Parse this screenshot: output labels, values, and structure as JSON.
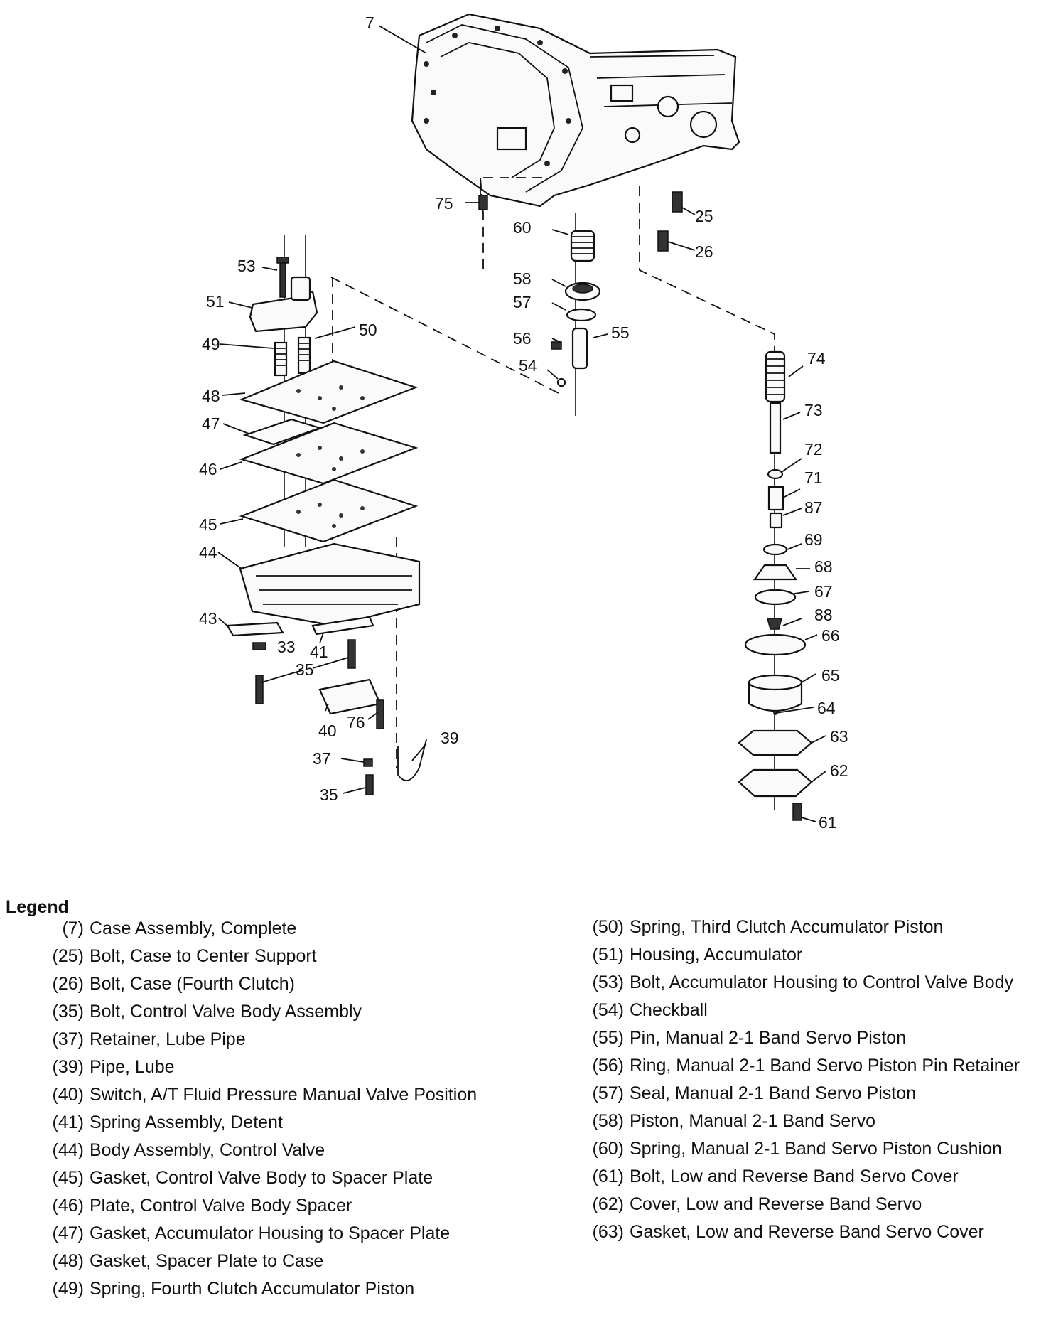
{
  "diagram": {
    "callouts": [
      "7",
      "75",
      "60",
      "25",
      "26",
      "58",
      "57",
      "56",
      "55",
      "54",
      "53",
      "51",
      "50",
      "49",
      "48",
      "47",
      "46",
      "45",
      "44",
      "43",
      "33",
      "41",
      "35",
      "40",
      "76",
      "39",
      "37",
      "74",
      "73",
      "72",
      "71",
      "87",
      "69",
      "68",
      "67",
      "88",
      "66",
      "65",
      "64",
      "63",
      "62",
      "61"
    ]
  },
  "legend": {
    "title": "Legend",
    "left": [
      {
        "num": "(7)",
        "desc": "Case Assembly, Complete"
      },
      {
        "num": "(25)",
        "desc": "Bolt, Case to Center Support"
      },
      {
        "num": "(26)",
        "desc": "Bolt, Case (Fourth Clutch)"
      },
      {
        "num": "(35)",
        "desc": "Bolt, Control Valve Body Assembly"
      },
      {
        "num": "(37)",
        "desc": "Retainer, Lube Pipe"
      },
      {
        "num": "(39)",
        "desc": "Pipe, Lube"
      },
      {
        "num": "(40)",
        "desc": "Switch, A/T Fluid Pressure Manual Valve Position"
      },
      {
        "num": "(41)",
        "desc": "Spring Assembly, Detent"
      },
      {
        "num": "(44)",
        "desc": "Body Assembly, Control Valve"
      },
      {
        "num": "(45)",
        "desc": "Gasket, Control Valve Body to Spacer Plate"
      },
      {
        "num": "(46)",
        "desc": "Plate, Control Valve Body Spacer"
      },
      {
        "num": "(47)",
        "desc": "Gasket, Accumulator Housing to Spacer Plate"
      },
      {
        "num": "(48)",
        "desc": "Gasket, Spacer Plate to Case"
      },
      {
        "num": "(49)",
        "desc": "Spring, Fourth Clutch Accumulator Piston"
      }
    ],
    "right": [
      {
        "num": "(50)",
        "desc": "Spring, Third Clutch Accumulator Piston"
      },
      {
        "num": "(51)",
        "desc": "Housing, Accumulator"
      },
      {
        "num": "(53)",
        "desc": "Bolt, Accumulator Housing to Control Valve Body"
      },
      {
        "num": "(54)",
        "desc": "Checkball"
      },
      {
        "num": "(55)",
        "desc": "Pin, Manual 2-1 Band Servo Piston"
      },
      {
        "num": "(56)",
        "desc": "Ring, Manual 2-1 Band Servo Piston Pin Retainer"
      },
      {
        "num": "(57)",
        "desc": "Seal, Manual 2-1 Band Servo Piston"
      },
      {
        "num": "(58)",
        "desc": "Piston, Manual 2-1 Band Servo"
      },
      {
        "num": "(60)",
        "desc": "Spring, Manual 2-1 Band Servo Piston Cushion"
      },
      {
        "num": "(61)",
        "desc": "Bolt, Low and Reverse Band Servo Cover"
      },
      {
        "num": "(62)",
        "desc": "Cover, Low and Reverse Band Servo"
      },
      {
        "num": "(63)",
        "desc": "Gasket, Low and Reverse Band Servo Cover"
      }
    ]
  }
}
